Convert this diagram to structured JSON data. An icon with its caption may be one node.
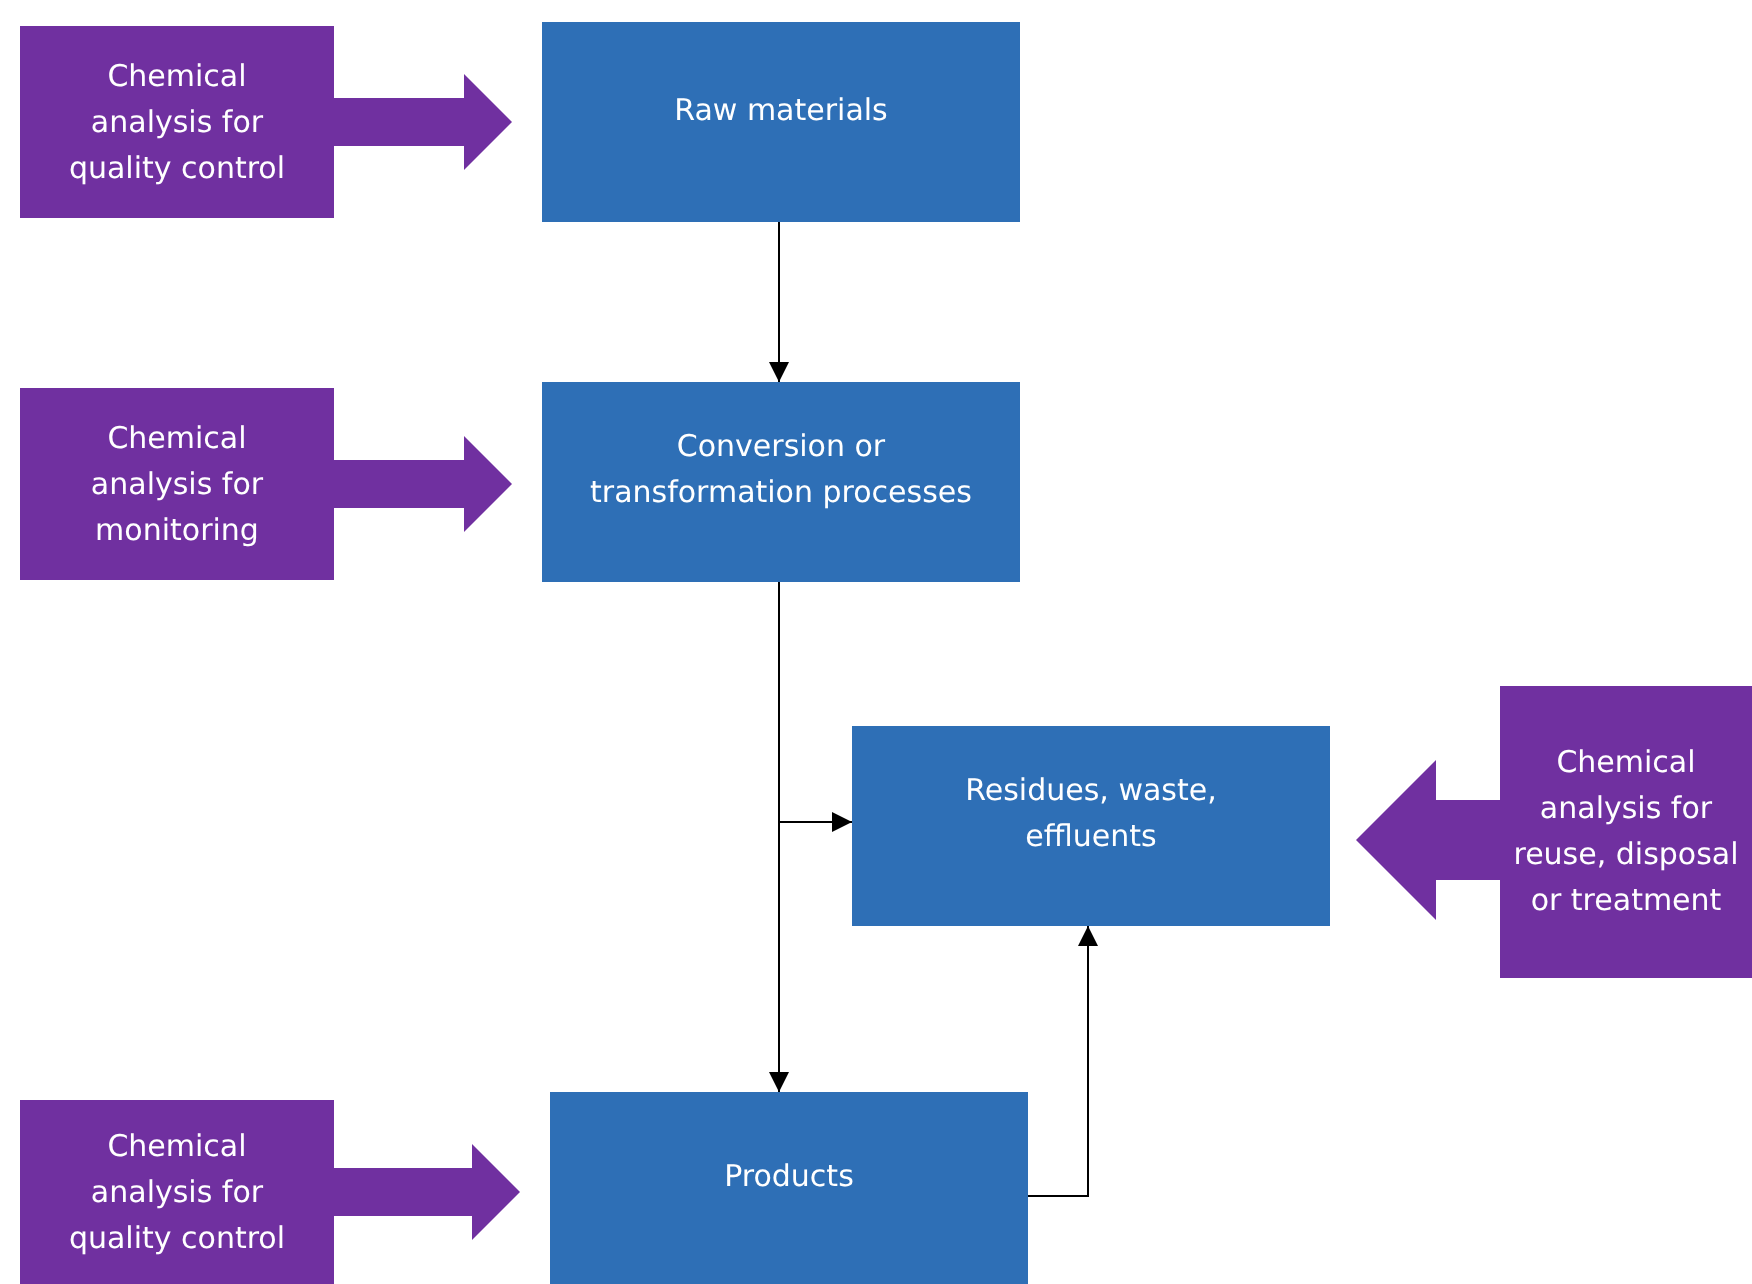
{
  "diagram": {
    "nodes": [
      {
        "text": [
          "Chemical analysis for quality control"
        ]
      },
      {
        "text": [
          "Raw materials"
        ]
      },
      {
        "text": [
          "Chemical analysis for monitoring"
        ]
      },
      {
        "text": [
          "Conversion or transformation processes"
        ]
      },
      {
        "text": [
          "Residues, waste, effluents"
        ]
      },
      {
        "text": [
          "Chemical analysis for reuse, disposal or treatment"
        ]
      },
      {
        "text": [
          "Chemical analysis for quality control"
        ]
      },
      {
        "text": [
          "Products"
        ]
      }
    ],
    "edges": [
      {
        "from": 0,
        "to": 1,
        "arrow": "to",
        "style": "thick",
        "color": "#7030a0"
      },
      {
        "from": 1,
        "to": 3,
        "arrow": "to",
        "color": "#000000"
      },
      {
        "from": 2,
        "to": 3,
        "arrow": "to",
        "style": "thick",
        "color": "#7030a0"
      },
      {
        "from": 3,
        "to": 7,
        "arrow": "to",
        "color": "#000000"
      },
      {
        "from": 3,
        "to": 4,
        "arrow": "to",
        "color": "#000000"
      },
      {
        "from": 5,
        "to": 4,
        "arrow": "to",
        "style": "thick",
        "color": "#7030a0"
      },
      {
        "from": 6,
        "to": 7,
        "arrow": "to",
        "style": "thick",
        "color": "#7030a0"
      },
      {
        "from": 7,
        "to": 4,
        "arrow": "to",
        "color": "#000000"
      }
    ]
  }
}
